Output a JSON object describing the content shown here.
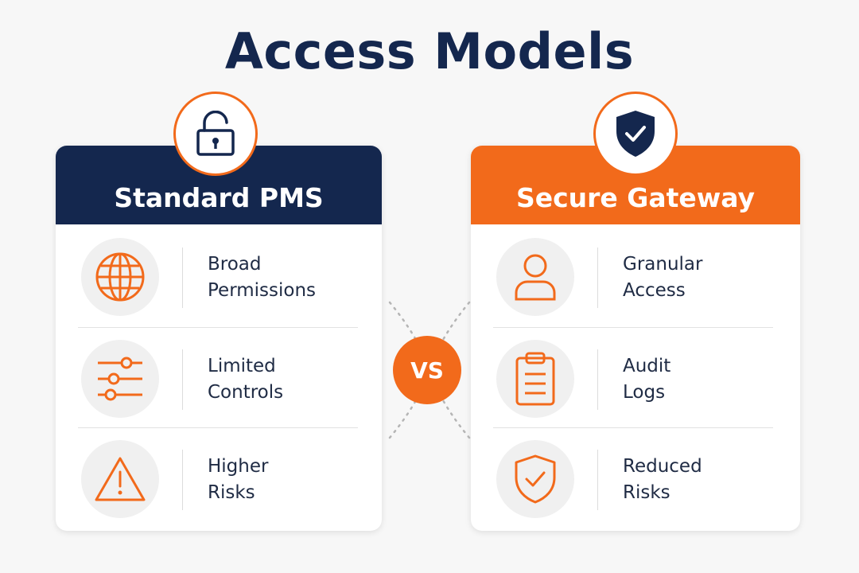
{
  "title": "Access Models",
  "colors": {
    "navy": "#14274e",
    "orange": "#f26a1b",
    "background": "#f7f7f7"
  },
  "vs_label": "VS",
  "left_card": {
    "title": "Standard PMS",
    "badge_icon": "unlocked-padlock-icon",
    "items": [
      {
        "line1": "Broad",
        "line2": "Permissions",
        "icon": "globe-icon"
      },
      {
        "line1": "Limited",
        "line2": "Controls",
        "icon": "sliders-icon"
      },
      {
        "line1": "Higher",
        "line2": "Risks",
        "icon": "warning-icon"
      }
    ]
  },
  "right_card": {
    "title": "Secure Gateway",
    "badge_icon": "shield-check-icon",
    "items": [
      {
        "line1": "Granular",
        "line2": "Access",
        "icon": "user-icon"
      },
      {
        "line1": "Audit",
        "line2": "Logs",
        "icon": "clipboard-icon"
      },
      {
        "line1": "Reduced",
        "line2": "Risks",
        "icon": "shield-check-icon"
      }
    ]
  }
}
